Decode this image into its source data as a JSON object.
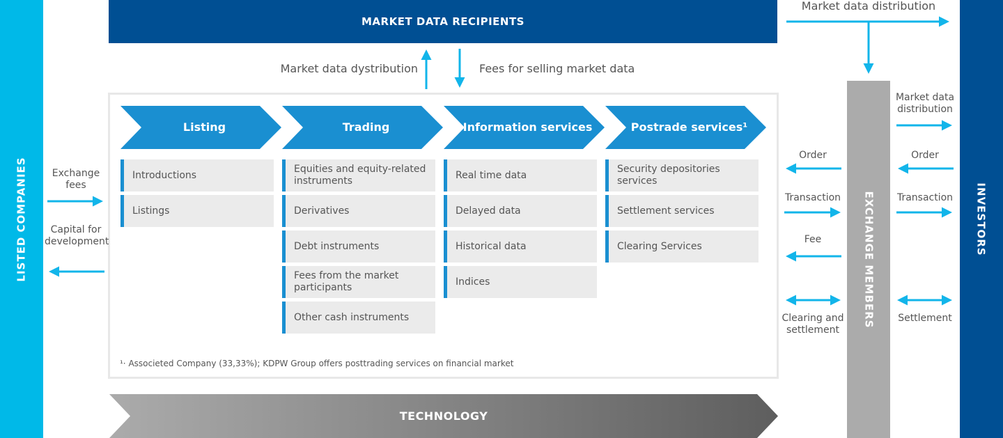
{
  "listed_companies": "LISTED COMPANIES",
  "investors": "INVESTORS",
  "exchange_members": "EXCHANGE MEMBERS",
  "market_data_recipients": "MARKET DATA RECIPIENTS",
  "technology": "TECHNOLOGY",
  "top_flows": {
    "up": "Market data dystribution",
    "down": "Fees for selling market data",
    "top_right": "Market data distribution"
  },
  "left_flows": {
    "in": "Exchange fees",
    "out": "Capital for development"
  },
  "member_flows": {
    "order": "Order",
    "transaction": "Transaction",
    "fee": "Fee",
    "clearing": "Clearing and settlement"
  },
  "investor_flows": {
    "market_data": "Market data distribution",
    "order": "Order",
    "transaction": "Transaction",
    "settlement": "Settlement"
  },
  "columns": [
    {
      "title": "Listing",
      "items": [
        "Introductions",
        "Listings"
      ]
    },
    {
      "title": "Trading",
      "items": [
        "Equities and equity-related instruments",
        "Derivatives",
        "Debt instruments",
        "Fees from the market participants",
        "Other cash instruments"
      ]
    },
    {
      "title": "Information services",
      "items": [
        "Real time data",
        "Delayed data",
        "Historical data",
        "Indices"
      ]
    },
    {
      "title": "Postrade services¹",
      "items": [
        "Security depositories services",
        "Settlement services",
        "Clearing Services"
      ]
    }
  ],
  "footnote": "¹· Associeted Company (33,33%); KDPW Group offers  posttrading services on financial market",
  "colors": {
    "cyan": "#00b9e8",
    "navy": "#004f93",
    "blue": "#1a8fd1",
    "gray": "#ababab"
  }
}
